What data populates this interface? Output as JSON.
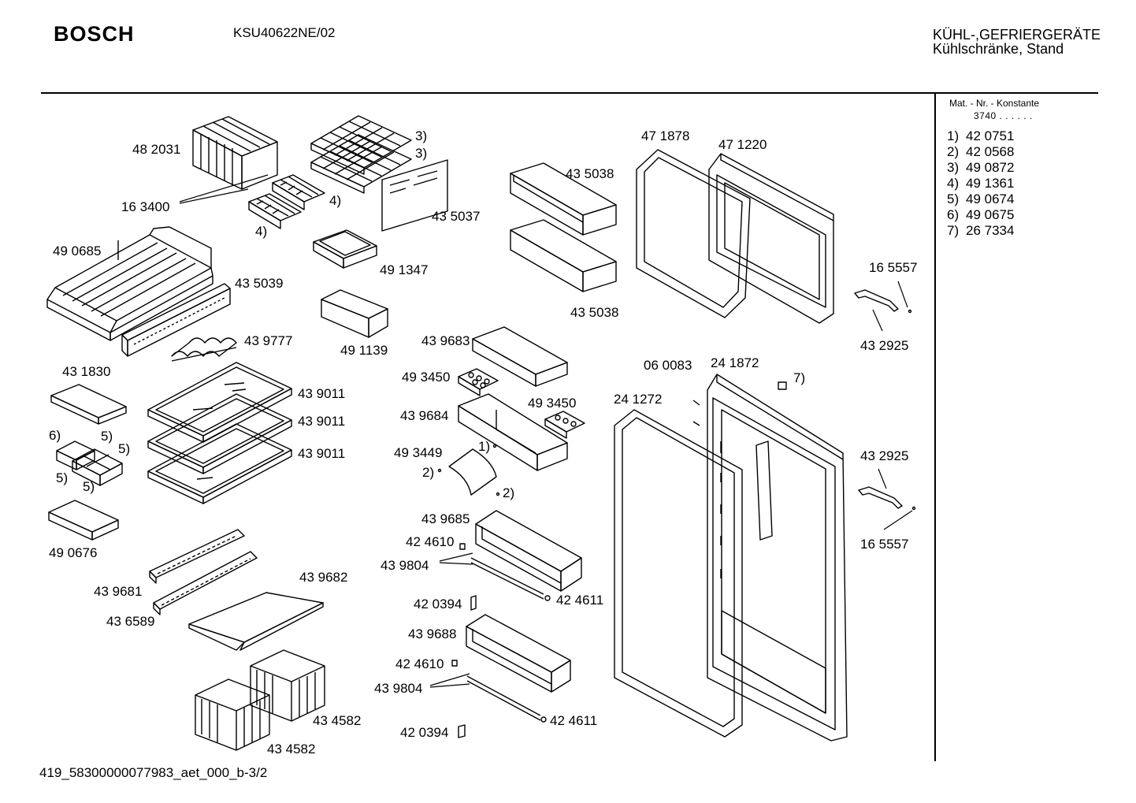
{
  "header": {
    "brand": "BOSCH",
    "model": "KSU40622NE/02",
    "category_line1": "KÜHL-,GEFRIERGERÄTE",
    "category_line2": "Kühlschränke, Stand"
  },
  "footer": "419_58300000077983_aet_000_b-3/2",
  "legend": {
    "title": "Mat. - Nr. - Konstante",
    "constant": "3740 . .  . . . .",
    "items": [
      {
        "num": "1)",
        "part": "42 0751"
      },
      {
        "num": "2)",
        "part": "42 0568"
      },
      {
        "num": "3)",
        "part": "49 0872"
      },
      {
        "num": "4)",
        "part": "49 1361"
      },
      {
        "num": "5)",
        "part": "49 0674"
      },
      {
        "num": "6)",
        "part": "49 0675"
      },
      {
        "num": "7)",
        "part": "26 7334"
      }
    ]
  },
  "labels": [
    "48 2031",
    "16 3400",
    "4)",
    "4)",
    "3)",
    "3)",
    "43 5037",
    "49 0685",
    "49 1347",
    "43 5039",
    "49 1139",
    "43 9777",
    "43 1830",
    "43 9011",
    "43 9011",
    "43 9011",
    "6)",
    "5)",
    "5)",
    "5)",
    "5)",
    "49 0676",
    "43 9681",
    "43 9682",
    "43 6589",
    "43 4582",
    "43 4582",
    "43 5038",
    "43 5038",
    "43 9683",
    "49 3450",
    "49 3450",
    "43 9684",
    "49 3449",
    "1)",
    "2)",
    "2)",
    "43 9685",
    "42 4610",
    "43 9804",
    "42 0394",
    "42 4611",
    "43 9688",
    "42 4610",
    "43 9804",
    "42 4611",
    "42 0394",
    "47 1878",
    "47 1220",
    "16 5557",
    "43 2925",
    "06 0083",
    "24 1872",
    "7)",
    "24 1272",
    "43 2925",
    "16 5557"
  ]
}
